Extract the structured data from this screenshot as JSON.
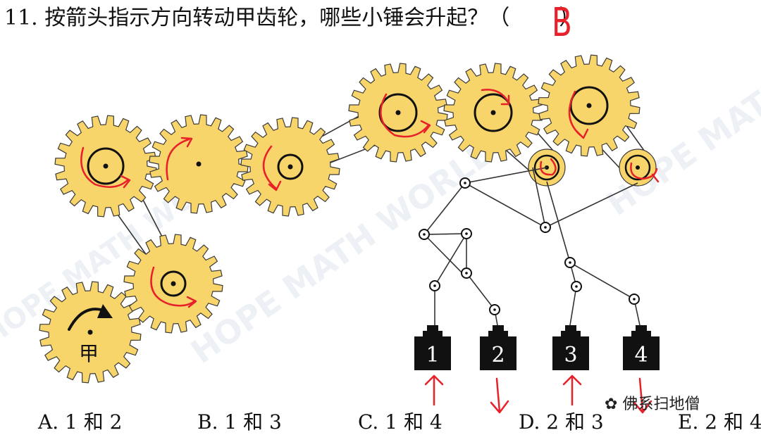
{
  "question": {
    "text": "11. 按箭头指示方向转动甲齿轮，哪些小锤会升起？（",
    "close_paren": "）",
    "answer": "B"
  },
  "driver_gear_label": "甲",
  "weights": [
    {
      "label": "1",
      "direction": "up"
    },
    {
      "label": "2",
      "direction": "down"
    },
    {
      "label": "3",
      "direction": "up"
    },
    {
      "label": "4",
      "direction": "down"
    }
  ],
  "options": [
    {
      "id": "A",
      "text": "A. 1 和 2"
    },
    {
      "id": "B",
      "text": "B. 1 和 3"
    },
    {
      "id": "C",
      "text": "C. 1 和 4"
    },
    {
      "id": "D",
      "text": "D. 2 和 3"
    },
    {
      "id": "E",
      "text": "E. 2 和 4"
    }
  ],
  "watermark": {
    "text": "HOPE MATH WORLD",
    "credit": "佛系扫地僧"
  },
  "colors": {
    "gear_fill": "#f8d56a",
    "gear_stroke": "#3a3a3a",
    "annotation": "#e8202a",
    "weight_fill": "#111111"
  }
}
